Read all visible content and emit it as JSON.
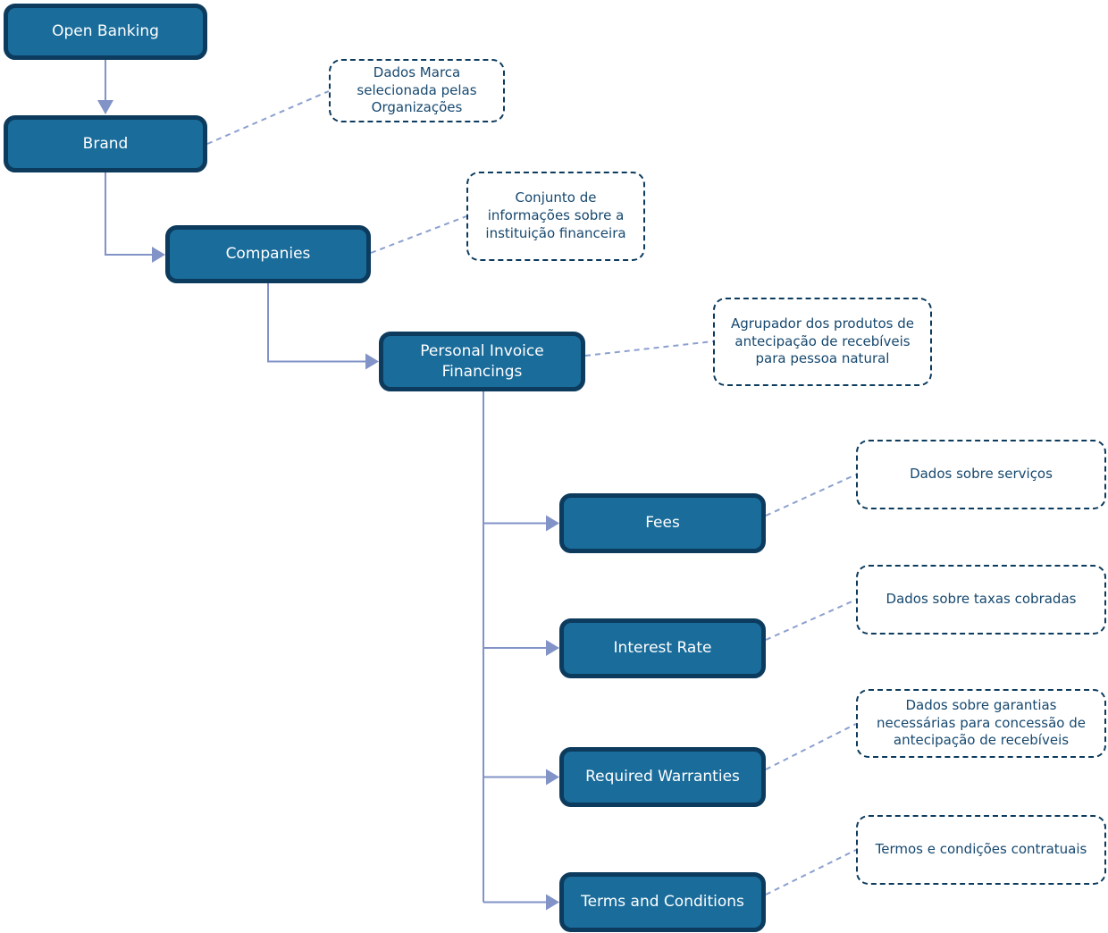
{
  "diagram_type": "hierarchy-flowchart",
  "colors": {
    "node_fill": "#1A6C9B",
    "node_border": "#0C3B5D",
    "node_text": "#FFFFFF",
    "connector": "#8193C7",
    "annotation_border": "#0C3B5D",
    "annotation_text": "#16486F",
    "background": "#FFFFFF"
  },
  "nodes": [
    {
      "id": "open-banking",
      "label": "Open Banking"
    },
    {
      "id": "brand",
      "label": "Brand"
    },
    {
      "id": "companies",
      "label": "Companies"
    },
    {
      "id": "personal-invoice-financings",
      "label": "Personal Invoice Financings"
    },
    {
      "id": "fees",
      "label": "Fees"
    },
    {
      "id": "interest-rate",
      "label": "Interest Rate"
    },
    {
      "id": "required-warranties",
      "label": "Required Warranties"
    },
    {
      "id": "terms-and-conditions",
      "label": "Terms and Conditions"
    }
  ],
  "annotations": [
    {
      "for": "brand",
      "text": "Dados Marca selecionada pelas Organizações"
    },
    {
      "for": "companies",
      "text": "Conjunto de informações sobre a instituição financeira"
    },
    {
      "for": "personal-invoice-financings",
      "text": "Agrupador dos produtos de antecipação de recebíveis para pessoa natural"
    },
    {
      "for": "fees",
      "text": "Dados sobre serviços"
    },
    {
      "for": "interest-rate",
      "text": "Dados sobre taxas cobradas"
    },
    {
      "for": "required-warranties",
      "text": "Dados sobre garantias necessárias para concessão de antecipação de recebíveis"
    },
    {
      "for": "terms-and-conditions",
      "text": "Termos e condições contratuais"
    }
  ],
  "edges": [
    {
      "from": "open-banking",
      "to": "brand"
    },
    {
      "from": "brand",
      "to": "companies"
    },
    {
      "from": "companies",
      "to": "personal-invoice-financings"
    },
    {
      "from": "personal-invoice-financings",
      "to": "fees"
    },
    {
      "from": "personal-invoice-financings",
      "to": "interest-rate"
    },
    {
      "from": "personal-invoice-financings",
      "to": "required-warranties"
    },
    {
      "from": "personal-invoice-financings",
      "to": "terms-and-conditions"
    }
  ]
}
